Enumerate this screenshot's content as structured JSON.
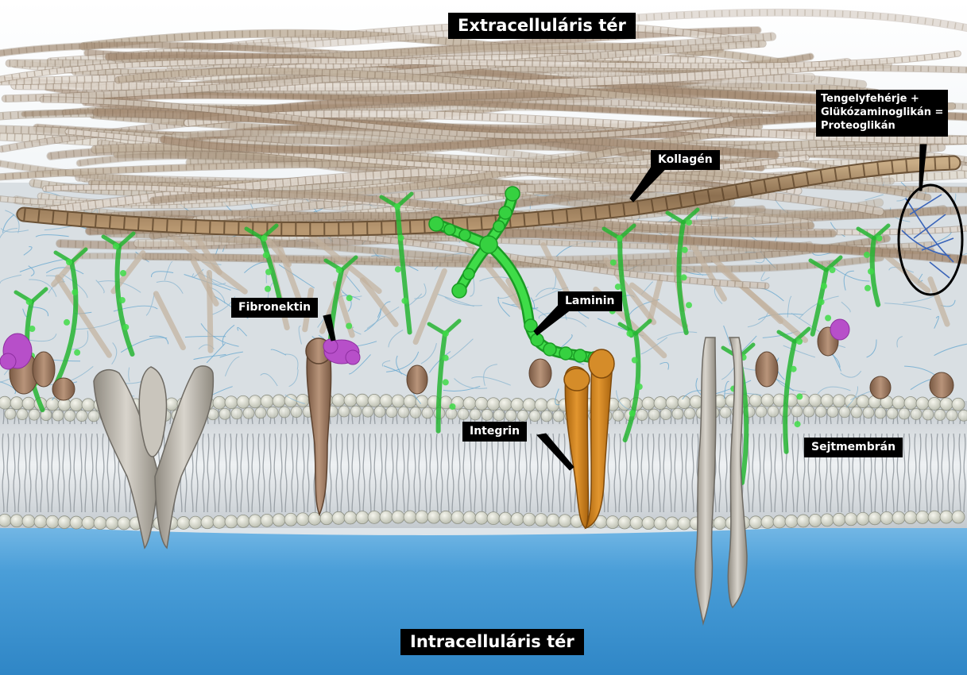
{
  "diagram": {
    "labels": {
      "extracellular_space": "Extracelluláris tér",
      "intracellular_space": "Intracelluláris tér",
      "collagen": "Kollagén",
      "laminin": "Laminin",
      "fibronectin": "Fibronektin",
      "integrin": "Integrin",
      "cell_membrane": "Sejtmembrán",
      "proteoglycan": "Tengelyfehérje +\nGlükózaminoglikán =\nProteoglikán"
    },
    "colors": {
      "label_background": "#000000",
      "label_text": "#ffffff",
      "cytoplasm": "#4a9ed8",
      "collagen_fiber": "#a58a6c",
      "laminin": "#2fcf3a",
      "fibronectin": "#b74fc9",
      "integrin": "#c87f22",
      "lipid_head": "#dcdcd0",
      "glycosaminoglycan": "#6aa9cf"
    }
  }
}
